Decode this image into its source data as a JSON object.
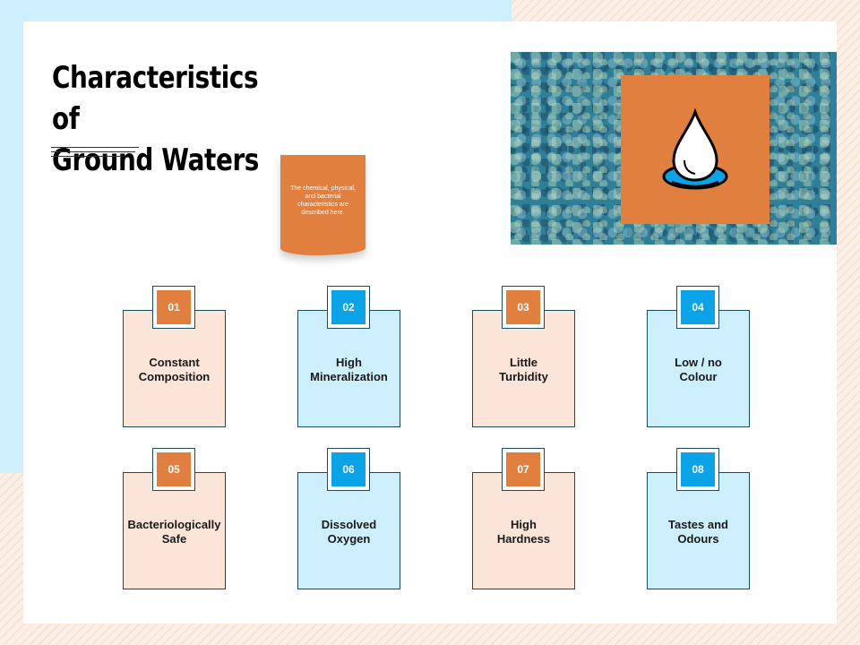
{
  "title": {
    "line1": "Characteristics of",
    "line2": "Ground Waters"
  },
  "note": {
    "text": "The chemical, physical, and bacterial characteristics are described here."
  },
  "icon": "water-drop-icon",
  "colors": {
    "orange": "#e07f3e",
    "blue": "#0aa3e8",
    "light_blue": "#cdeffc",
    "light_orange": "#fbe5d8"
  },
  "items": [
    {
      "number": "01",
      "line1": "Constant",
      "line2": "Composition"
    },
    {
      "number": "02",
      "line1": "High",
      "line2": "Mineralization"
    },
    {
      "number": "03",
      "line1": "Little",
      "line2": "Turbidity"
    },
    {
      "number": "04",
      "line1": "Low / no",
      "line2": "Colour"
    },
    {
      "number": "05",
      "line1": "Bacteriologically",
      "line2": "Safe"
    },
    {
      "number": "06",
      "line1": "Dissolved",
      "line2": "Oxygen"
    },
    {
      "number": "07",
      "line1": "High",
      "line2": "Hardness"
    },
    {
      "number": "08",
      "line1": "Tastes  and",
      "line2": "Odours"
    }
  ]
}
